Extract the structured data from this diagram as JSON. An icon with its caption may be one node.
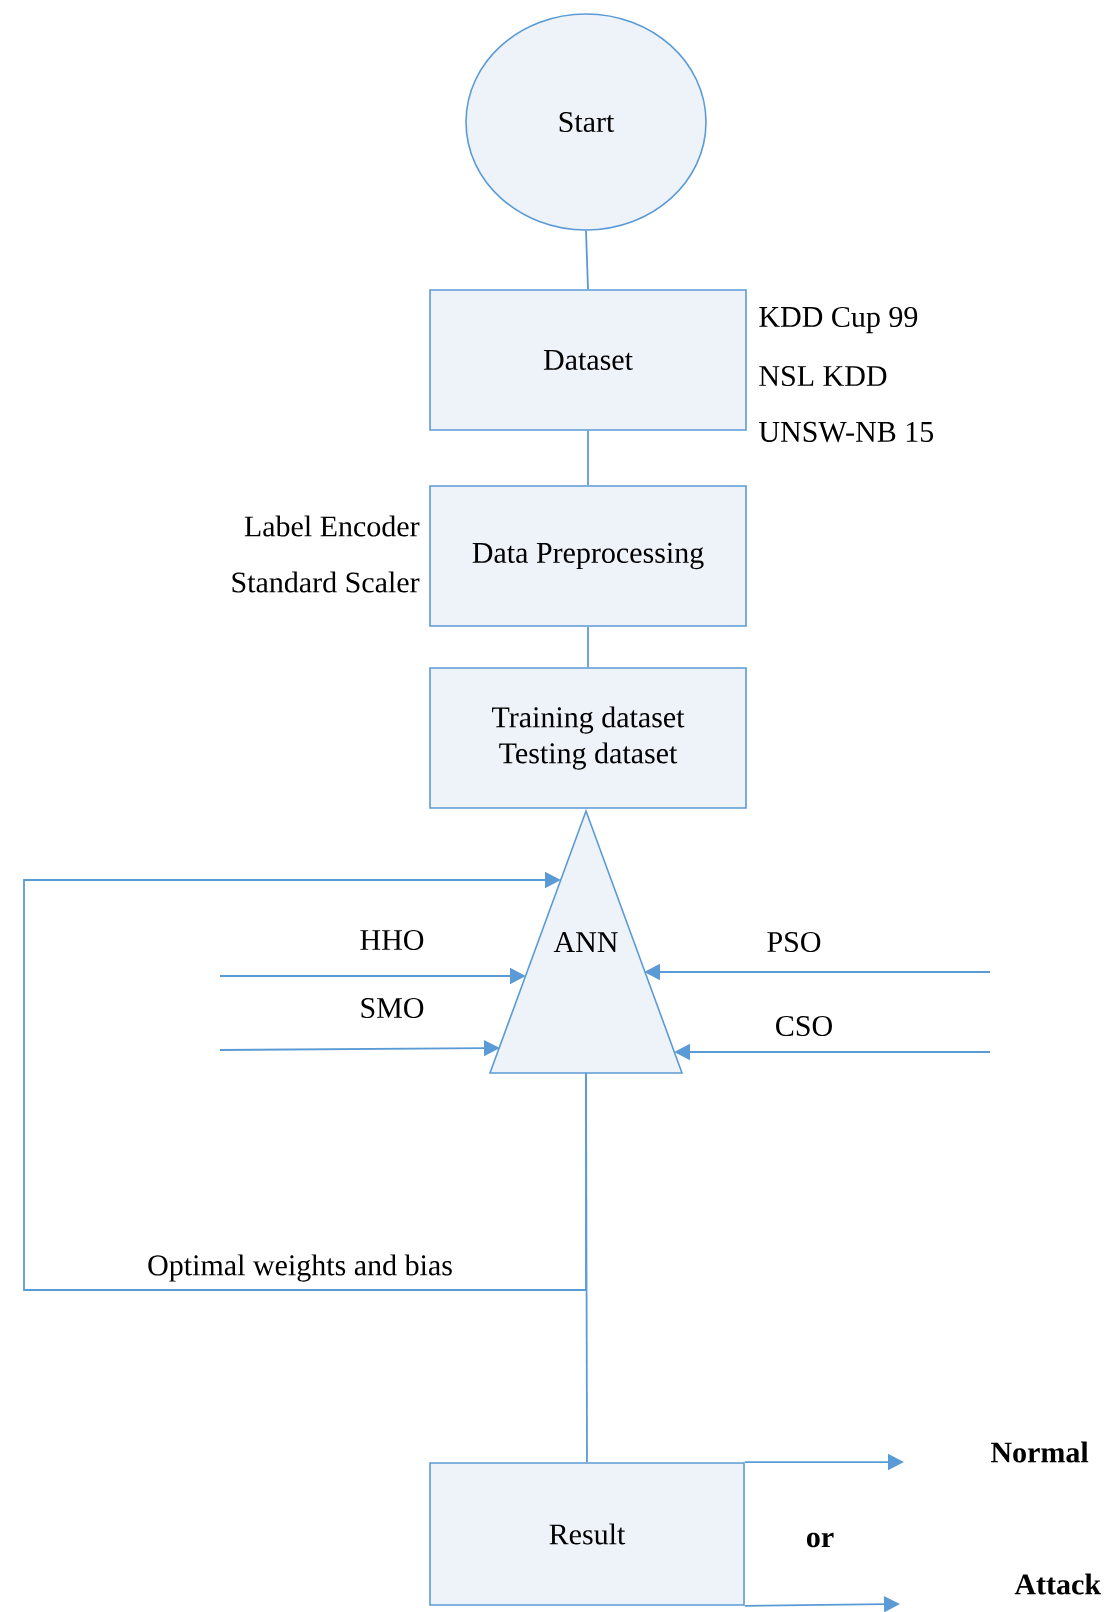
{
  "diagram": {
    "nodes": [
      {
        "text": [
          "Start"
        ]
      },
      {
        "text": [
          "Dataset"
        ],
        "beside": [
          "KDD Cup 99",
          "NSL KDD",
          "UNSW-NB 15"
        ]
      },
      {
        "text": [
          "Data Preprocessing"
        ],
        "beside": [
          "Label Encoder",
          "Standard Scaler"
        ]
      },
      {
        "text": [
          "Training dataset",
          "Testing dataset"
        ]
      },
      {
        "text": [
          "ANN"
        ]
      },
      {
        "text": [
          "Result"
        ]
      },
      {
        "text": [
          "Normal"
        ]
      },
      {
        "text": [
          "Attack"
        ]
      }
    ],
    "edges": [
      {
        "from": 0,
        "to": 1,
        "arrow": "none"
      },
      {
        "from": 1,
        "to": 2,
        "arrow": "none"
      },
      {
        "from": 2,
        "to": 3,
        "arrow": "none"
      },
      {
        "from": 4,
        "to": 5,
        "arrow": "none"
      },
      {
        "from": 4,
        "to": 4,
        "arrow": "to",
        "label": "Optimal weights and bias"
      },
      {
        "from": null,
        "to": 4,
        "arrow": "to",
        "label": "HHO"
      },
      {
        "from": null,
        "to": 4,
        "arrow": "to",
        "label": "SMO"
      },
      {
        "from": null,
        "to": 4,
        "arrow": "to",
        "label": "PSO"
      },
      {
        "from": null,
        "to": 4,
        "arrow": "to",
        "label": "CSO"
      },
      {
        "from": 5,
        "to": 6,
        "arrow": "to"
      },
      {
        "from": 5,
        "to": 7,
        "arrow": "to"
      }
    ],
    "labels": [
      "or"
    ]
  }
}
